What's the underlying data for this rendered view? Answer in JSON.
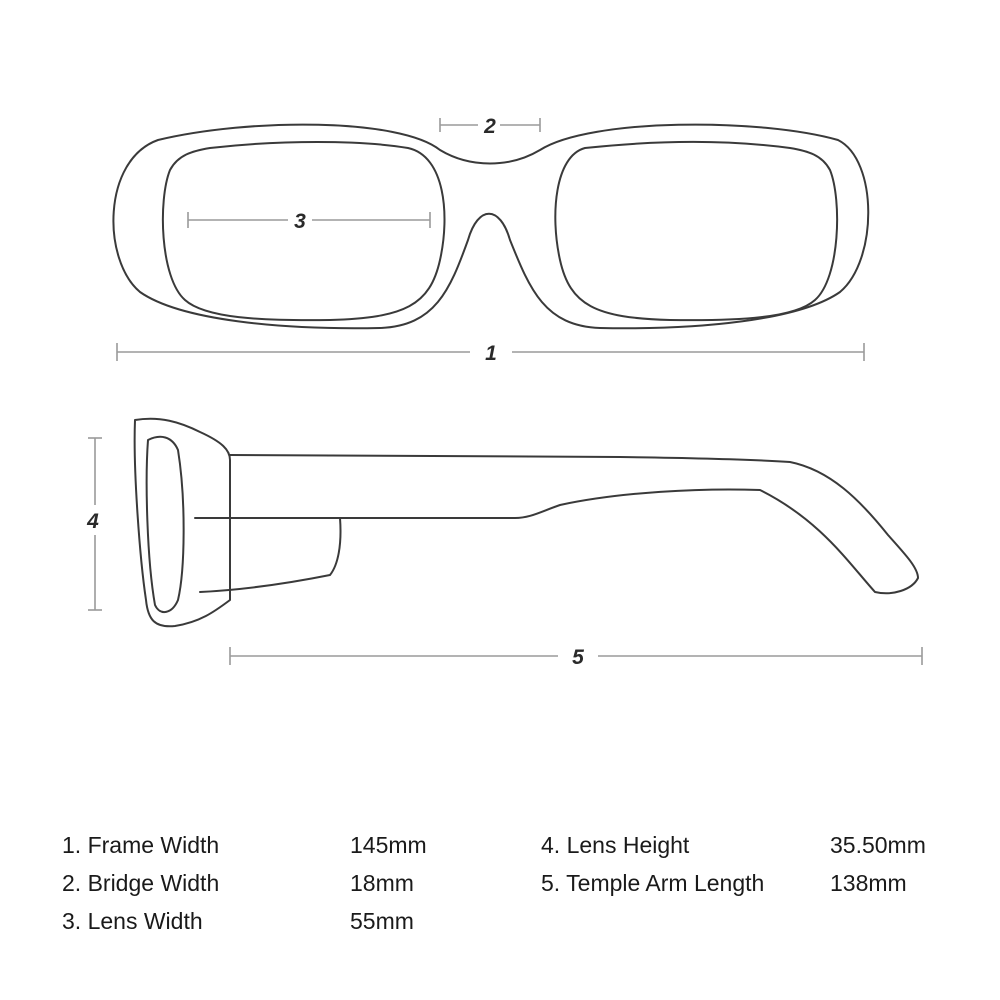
{
  "diagram": {
    "callouts": {
      "frame_width": "1",
      "bridge_width": "2",
      "lens_width": "3",
      "lens_height": "4",
      "temple_arm_length": "5"
    }
  },
  "specs": {
    "left": [
      {
        "label": "1. Frame Width",
        "value": "145mm"
      },
      {
        "label": "2. Bridge Width",
        "value": "18mm"
      },
      {
        "label": "3. Lens Width",
        "value": "55mm"
      }
    ],
    "right": [
      {
        "label": "4. Lens Height",
        "value": "35.50mm"
      },
      {
        "label": "5. Temple Arm Length",
        "value": "138mm"
      }
    ]
  }
}
